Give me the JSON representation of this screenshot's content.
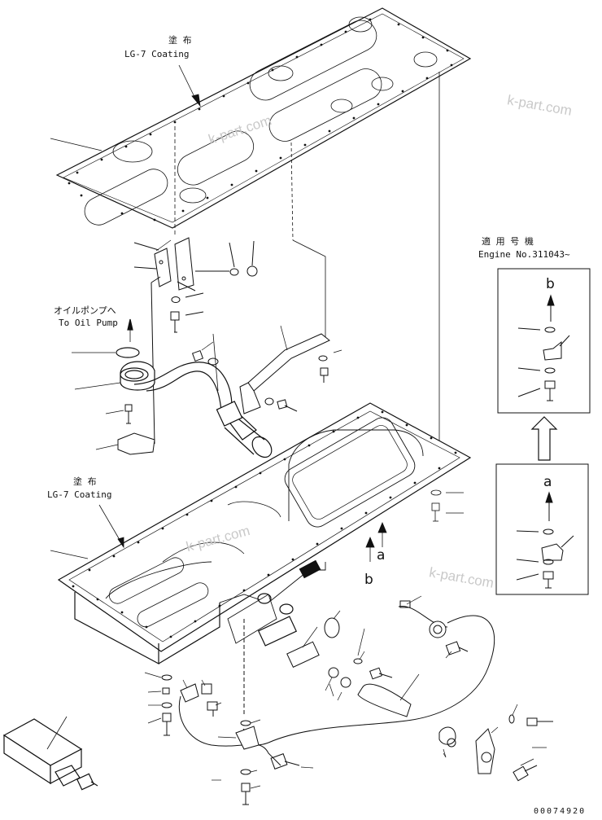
{
  "labels": {
    "coating_jp_top": "塗 布",
    "coating_en_top": "LG-7 Coating",
    "coating_jp_mid": "塗 布",
    "coating_en_mid": "LG-7 Coating",
    "oil_pump_jp": "オイルポンプへ",
    "oil_pump_en": "To Oil Pump",
    "engine_jp": "適 用 号 機",
    "engine_en": "Engine No.311043~",
    "detail_a": "a",
    "detail_b": "b",
    "callout_a": "a",
    "callout_b": "b",
    "drawing_number": "00074920"
  },
  "watermarks": [
    "k-part.com",
    "k-part.com",
    "k-part.com",
    "k-part.com"
  ]
}
